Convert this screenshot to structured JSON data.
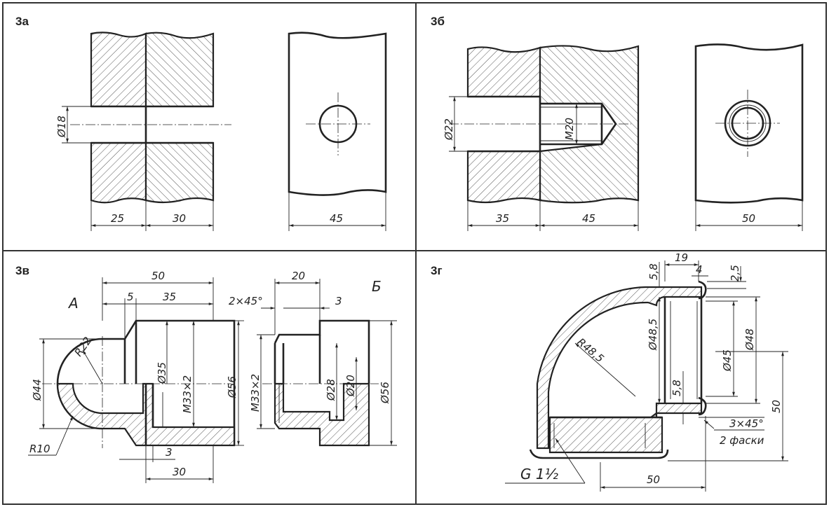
{
  "panels": {
    "a": {
      "label": "3а",
      "dims": {
        "dia": "Ø18",
        "left_len": "25",
        "right_len": "30",
        "width": "45"
      }
    },
    "b": {
      "label": "3б",
      "dims": {
        "dia": "Ø22",
        "thread": "M20",
        "left_len": "35",
        "right_len": "45",
        "width": "50"
      }
    },
    "v": {
      "label": "3в",
      "view_a": "А",
      "view_b": "Б",
      "dims": {
        "top_50": "50",
        "top_5": "5",
        "top_35": "35",
        "dia44": "Ø44",
        "r22": "R22",
        "r10": "R10",
        "dia35": "Ø35",
        "m33_left": "M33×2",
        "dia56_left": "Ø56",
        "b3": "3",
        "b30": "30",
        "d20": "20",
        "chamfer": "2×45°",
        "d3": "3",
        "m33_right": "M33×2",
        "dia28": "Ø28",
        "dia20": "Ø20",
        "dia56_right": "Ø56"
      }
    },
    "g": {
      "label": "3г",
      "dims": {
        "d58_top": "5,8",
        "d19": "19",
        "d4": "4",
        "d25": "2,5",
        "dia485": "Ø48,5",
        "dia45": "Ø45",
        "dia48": "Ø48",
        "r485": "R48,5",
        "d58_side": "5,8",
        "d50_v": "50",
        "chamfer": "3×45°",
        "chamfer_note": "2 фаски",
        "thread": "G 1½",
        "d50_h": "50"
      }
    }
  }
}
